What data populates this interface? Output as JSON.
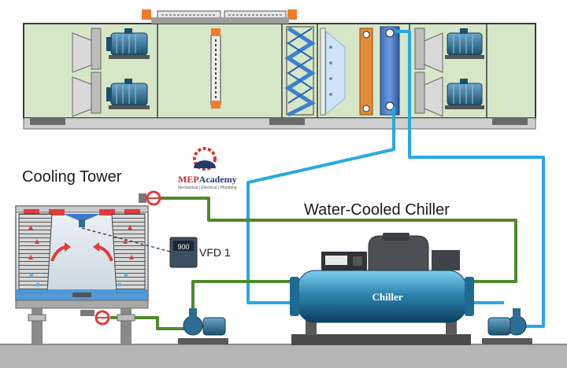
{
  "labels": {
    "cooling_tower": "Cooling Tower",
    "chiller_title": "Water-Cooled Chiller",
    "chiller_body": "Chiller",
    "vfd": "VFD 1",
    "vfd_display": "900"
  },
  "logo": {
    "brand_red": "MEP",
    "brand_blue": "Academy",
    "tagline": "Mechanical | Electrical | Plumbing"
  },
  "colors": {
    "ahu_casing": "#d6e7c7",
    "chilled_water": "#29a9e1",
    "condenser_water": "#4f8a2c",
    "motor": "#2d6d93",
    "chiller_shell": "#2d86b0",
    "accent_orange": "#f07c2a",
    "coil_blue": "#3c6ebd",
    "valve_red": "#e33b3b",
    "ground": "#b5b5b5"
  },
  "icons": [
    "fan-icon",
    "motor-icon",
    "filter-icon",
    "coil-icon",
    "pump-icon",
    "valve-icon",
    "vfd-icon",
    "chiller-icon",
    "cooling-tower-icon",
    "logo-gear-icon"
  ]
}
